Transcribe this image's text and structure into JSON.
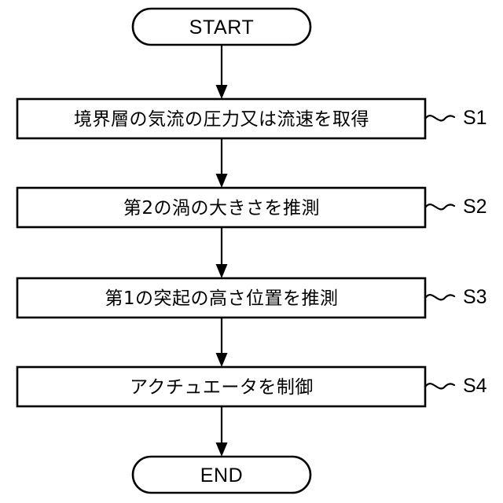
{
  "diagram": {
    "type": "flowchart",
    "orientation": "vertical",
    "language": "ja",
    "background_color": "#ffffff",
    "line_color": "#000000",
    "fill_color": "#ffffff"
  },
  "start_node": {
    "label": "START",
    "shape": "stadium"
  },
  "end_node": {
    "label": "END",
    "shape": "stadium"
  },
  "steps": [
    {
      "label": "境界層の気流の圧力又は流速を取得",
      "step_id": "S1",
      "shape": "rectangle"
    },
    {
      "label": "第2の渦の大きさを推測",
      "step_id": "S2",
      "shape": "rectangle"
    },
    {
      "label": "第1の突起の高さ位置を推測",
      "step_id": "S3",
      "shape": "rectangle"
    },
    {
      "label": "アクチュエータを制御",
      "step_id": "S4",
      "shape": "rectangle"
    }
  ],
  "connectors": {
    "arrow_style": "solid-triangle-head",
    "step_leader_style": "tilde-squiggle"
  }
}
